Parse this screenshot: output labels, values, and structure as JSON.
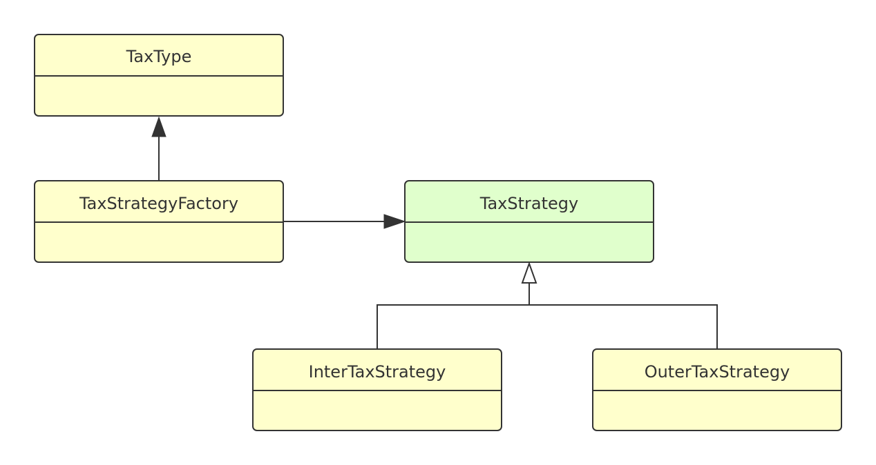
{
  "colors": {
    "stroke": "#333333",
    "class_fill": "#FFFFCC",
    "highlight_fill": "#E0FFCC",
    "text": "#333333"
  },
  "classes": {
    "tax_type": "TaxType",
    "tax_strategy_factory": "TaxStrategyFactory",
    "tax_strategy": "TaxStrategy",
    "inter_tax_strategy": "InterTaxStrategy",
    "outer_tax_strategy": "OuterTaxStrategy"
  },
  "relations": [
    {
      "from": "TaxStrategyFactory",
      "to": "TaxType",
      "kind": "association"
    },
    {
      "from": "TaxStrategyFactory",
      "to": "TaxStrategy",
      "kind": "association"
    },
    {
      "from": "InterTaxStrategy",
      "to": "TaxStrategy",
      "kind": "generalization"
    },
    {
      "from": "OuterTaxStrategy",
      "to": "TaxStrategy",
      "kind": "generalization"
    }
  ]
}
